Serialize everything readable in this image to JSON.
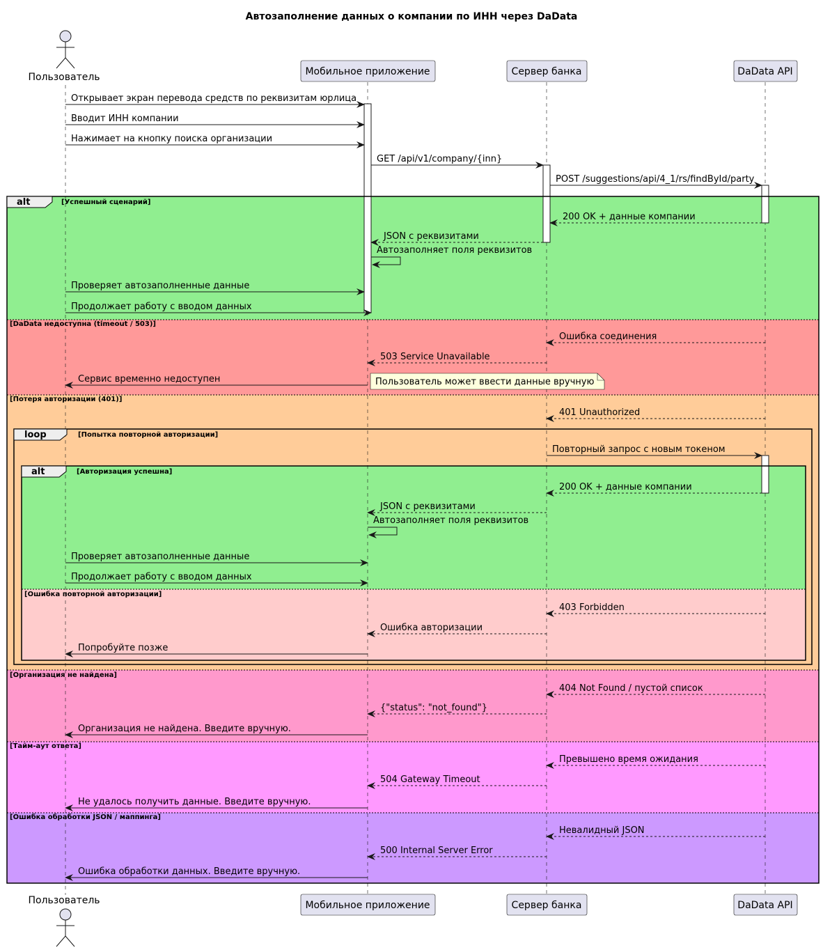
{
  "title": "Автозаполнение данных о компании по ИНН через DaData",
  "participants": {
    "user": "Пользователь",
    "app": "Мобильное приложение",
    "server": "Сервер банка",
    "dadata": "DaData API"
  },
  "fragments": {
    "alt_main": {
      "tag": "alt",
      "guards": [
        "[Успешный сценарий]",
        "[DaData недоступна (timeout / 503)]",
        "[Потеря авторизации (401)]",
        "[Организация не найдена]",
        "[Тайм-аут ответа]",
        "[Ошибка обработки JSON / маппинга]"
      ]
    },
    "loop": {
      "tag": "loop",
      "guard": "[Попытка повторной авторизации]"
    },
    "alt_inner": {
      "tag": "alt",
      "guards": [
        "[Авторизация успешна]",
        "[Ошибка повторной авторизации]"
      ]
    }
  },
  "messages": [
    {
      "from": "user",
      "to": "app",
      "text": "Открывает экран перевода средств по реквизитам юрлица",
      "dashed": false
    },
    {
      "from": "user",
      "to": "app",
      "text": "Вводит ИНН компании",
      "dashed": false
    },
    {
      "from": "user",
      "to": "app",
      "text": "Нажимает на кнопку поиска организации",
      "dashed": false
    },
    {
      "from": "app",
      "to": "server",
      "text": "GET /api/v1/company/{inn}",
      "dashed": false
    },
    {
      "from": "server",
      "to": "dadata",
      "text": "POST /suggestions/api/4_1/rs/findById/party",
      "dashed": false
    },
    {
      "from": "dadata",
      "to": "server",
      "text": "200 OK + данные компании",
      "dashed": true
    },
    {
      "from": "server",
      "to": "app",
      "text": "JSON с реквизитами",
      "dashed": true
    },
    {
      "from": "app",
      "to": "app",
      "text": "Автозаполняет поля реквизитов",
      "dashed": false
    },
    {
      "from": "user",
      "to": "app",
      "text": "Проверяет автозаполненные данные",
      "dashed": false
    },
    {
      "from": "user",
      "to": "app",
      "text": "Продолжает работу с вводом данных",
      "dashed": false
    },
    {
      "from": "dadata",
      "to": "server",
      "text": "Ошибка соединения",
      "dashed": true
    },
    {
      "from": "server",
      "to": "app",
      "text": "503 Service Unavailable",
      "dashed": true
    },
    {
      "from": "app",
      "to": "user",
      "text": "Сервис временно недоступен",
      "dashed": false
    },
    {
      "from": "dadata",
      "to": "server",
      "text": "401 Unauthorized",
      "dashed": true
    },
    {
      "from": "server",
      "to": "dadata",
      "text": "Повторный запрос с новым токеном",
      "dashed": false
    },
    {
      "from": "dadata",
      "to": "server",
      "text": "200 OK + данные компании",
      "dashed": true
    },
    {
      "from": "server",
      "to": "app",
      "text": "JSON с реквизитами",
      "dashed": true
    },
    {
      "from": "app",
      "to": "app",
      "text": "Автозаполняет поля реквизитов",
      "dashed": false
    },
    {
      "from": "user",
      "to": "app",
      "text": "Проверяет автозаполненные данные",
      "dashed": false
    },
    {
      "from": "user",
      "to": "app",
      "text": "Продолжает работу с вводом данных",
      "dashed": false
    },
    {
      "from": "dadata",
      "to": "server",
      "text": "403 Forbidden",
      "dashed": true
    },
    {
      "from": "server",
      "to": "app",
      "text": "Ошибка авторизации",
      "dashed": true
    },
    {
      "from": "app",
      "to": "user",
      "text": "Попробуйте позже",
      "dashed": false
    },
    {
      "from": "dadata",
      "to": "server",
      "text": "404 Not Found / пустой список",
      "dashed": true
    },
    {
      "from": "server",
      "to": "app",
      "text": "{\"status\": \"not_found\"}",
      "dashed": true
    },
    {
      "from": "app",
      "to": "user",
      "text": "Организация не найдена. Введите вручную.",
      "dashed": false
    },
    {
      "from": "dadata",
      "to": "server",
      "text": "Превышено время ожидания",
      "dashed": true
    },
    {
      "from": "server",
      "to": "app",
      "text": "504 Gateway Timeout",
      "dashed": true
    },
    {
      "from": "app",
      "to": "user",
      "text": "Не удалось получить данные. Введите вручную.",
      "dashed": false
    },
    {
      "from": "dadata",
      "to": "server",
      "text": "Невалидный JSON",
      "dashed": true
    },
    {
      "from": "server",
      "to": "app",
      "text": "500 Internal Server Error",
      "dashed": true
    },
    {
      "from": "app",
      "to": "user",
      "text": "Ошибка обработки данных. Введите вручную.",
      "dashed": false
    }
  ],
  "note": "Пользователь может ввести данные вручную",
  "colors": {
    "success": "#90EE90",
    "unavailable": "#FF9999",
    "auth_lost": "#FFCC99",
    "auth_failed": "#FFCCCC",
    "not_found": "#FF99CC",
    "timeout": "#FF99FF",
    "json_error": "#CC99FF",
    "participant_fill": "#E2E2F0",
    "participant_border": "#181818",
    "note_fill": "#FEFFDD"
  }
}
